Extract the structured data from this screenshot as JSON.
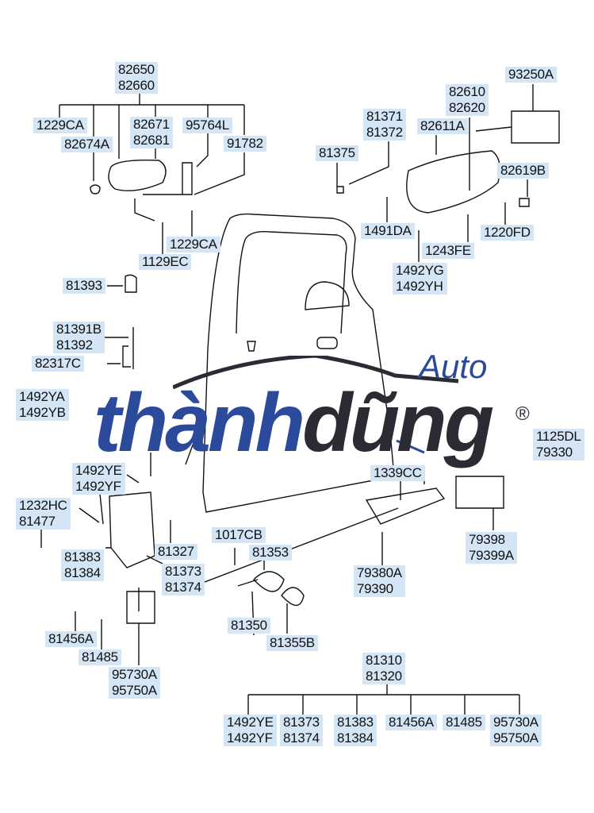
{
  "labels": {
    "l82650": "82650\n82660",
    "l1229ca_a": "1229CA",
    "l82674a": "82674A",
    "l82671": "82671\n82681",
    "l95764l": "95764L",
    "l91782": "91782",
    "l1229ca_b": "1229CA",
    "l1129ec": "1129EC",
    "l81393": "81393",
    "l81391b": "81391B\n81392",
    "l82317c": "82317C",
    "l1492ya": "1492YA\n1492YB",
    "l1492ye": "1492YE\n1492YF",
    "l1232hc": "1232HC\n81477",
    "l81383": "81383\n81384",
    "l81327": "81327",
    "l81373": "81373\n81374",
    "l81456a": "81456A",
    "l81485": "81485",
    "l95730a": "95730A\n95750A",
    "l1017cb": "1017CB",
    "l81353": "81353",
    "l81350": "81350",
    "l81355b": "81355B",
    "l81310": "81310\n81320",
    "b1492ye": "1492YE\n1492YF",
    "b81373": "81373\n81374",
    "b81383": "81383\n81384",
    "b81456a": "81456A",
    "b81485": "81485",
    "b95730a": "95730A\n95750A",
    "l81371": "81371\n81372",
    "l82611a": "82611A",
    "l81375": "81375",
    "l82610": "82610\n82620",
    "l93250a": "93250A",
    "l82619b": "82619B",
    "l1491da": "1491DA",
    "l1220fd": "1220FD",
    "l1243fe": "1243FE",
    "l1492yg": "1492YG\n1492YH",
    "l1125dl": "1125DL\n79330",
    "l1339cc": "1339CC",
    "l79398": "79398\n79399A",
    "l79380a": "79380A\n79390"
  },
  "watermark": {
    "part1": "thành",
    "part2": "dũng",
    "auto": "Auto",
    "reg": "®"
  },
  "colors": {
    "label_bg": "#d4e6f5",
    "brand_blue": "#2c4a9c",
    "brand_dark": "#2a2b33"
  }
}
